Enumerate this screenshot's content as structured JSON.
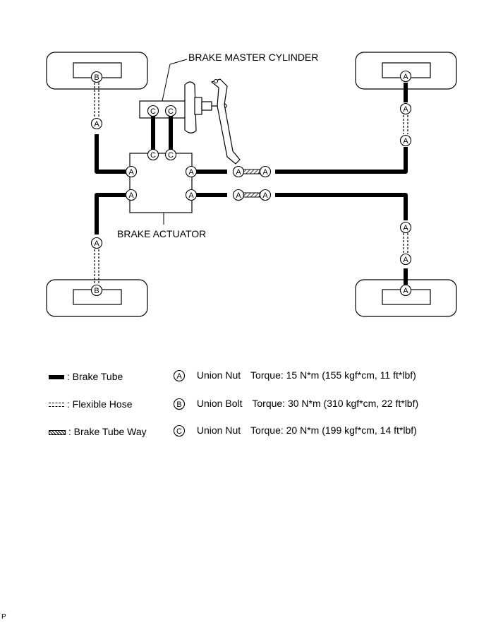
{
  "labels": {
    "master_cylinder": "BRAKE MASTER CYLINDER",
    "actuator": "BRAKE ACTUATOR"
  },
  "markers": {
    "A": "A",
    "B": "B",
    "C": "C"
  },
  "legend": {
    "line_types": [
      {
        "symbol": "solid-line",
        "sep": ":",
        "label": "Brake Tube"
      },
      {
        "symbol": "dashed-double-line",
        "sep": ":",
        "label": "Flexible Hose"
      },
      {
        "symbol": "hatched-line",
        "sep": ":",
        "label": "Brake Tube Way"
      }
    ],
    "fasteners": [
      {
        "letter": "A",
        "part": "Union Nut",
        "torque": "Torque: 15 N*m (155 kgf*cm, 11 ft*lbf)"
      },
      {
        "letter": "B",
        "part": "Union Bolt",
        "torque": "Torque: 30 N*m (310 kgf*cm, 22 ft*lbf)"
      },
      {
        "letter": "C",
        "part": "Union Nut",
        "torque": "Torque: 20 N*m (199 kgf*cm, 14 ft*lbf)"
      }
    ]
  },
  "page_code": "P"
}
